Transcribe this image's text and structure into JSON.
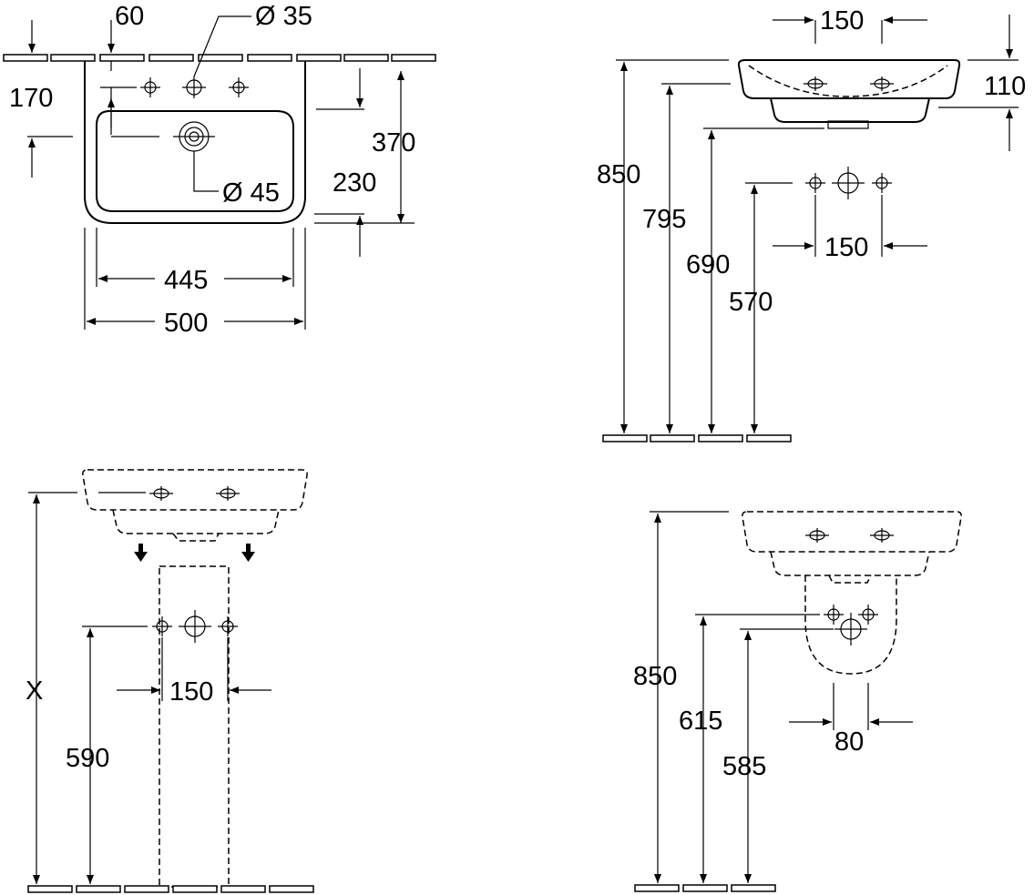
{
  "labels": {
    "top_view": {
      "d60": "60",
      "dia35": "Ø 35",
      "d170": "170",
      "d370": "370",
      "d230": "230",
      "dia45": "Ø 45",
      "d445": "445",
      "d500": "500"
    },
    "side_view": {
      "d150_top": "150",
      "d110": "110",
      "d850": "850",
      "d795": "795",
      "d690": "690",
      "d570": "570",
      "d150_bottom": "150"
    },
    "pedestal_view": {
      "dX": "X",
      "d590": "590",
      "d150": "150"
    },
    "semi_pedestal_view": {
      "d850": "850",
      "d615": "615",
      "d585": "585",
      "d80": "80"
    }
  }
}
